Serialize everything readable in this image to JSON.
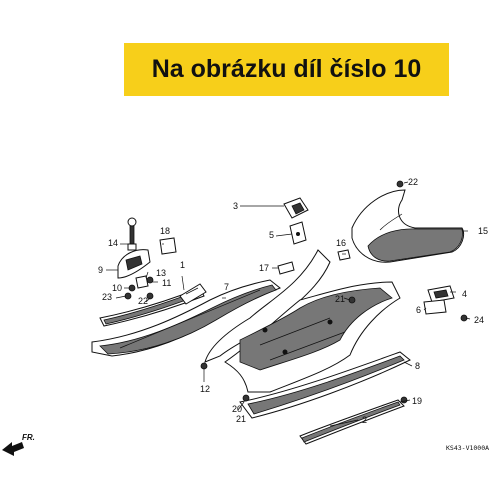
{
  "banner": {
    "text": "Na obrázku díl číslo 10",
    "color": "#f7cf1a"
  },
  "diagram_code": "KS43-V1000A",
  "direction_label": "FR.",
  "callouts": [
    {
      "id": "c1",
      "label": "1"
    },
    {
      "id": "c2",
      "label": "2"
    },
    {
      "id": "c3",
      "label": "3"
    },
    {
      "id": "c4",
      "label": "4"
    },
    {
      "id": "c5",
      "label": "5"
    },
    {
      "id": "c6",
      "label": "6"
    },
    {
      "id": "c7",
      "label": "7"
    },
    {
      "id": "c8",
      "label": "8"
    },
    {
      "id": "c9",
      "label": "9"
    },
    {
      "id": "c10",
      "label": "10"
    },
    {
      "id": "c11",
      "label": "11"
    },
    {
      "id": "c12",
      "label": "12"
    },
    {
      "id": "c13",
      "label": "13"
    },
    {
      "id": "c14",
      "label": "14"
    },
    {
      "id": "c15",
      "label": "15"
    },
    {
      "id": "c16",
      "label": "16"
    },
    {
      "id": "c17",
      "label": "17"
    },
    {
      "id": "c18",
      "label": "18"
    },
    {
      "id": "c19",
      "label": "19"
    },
    {
      "id": "c20",
      "label": "20"
    },
    {
      "id": "c21a",
      "label": "21"
    },
    {
      "id": "c21b",
      "label": "21"
    },
    {
      "id": "c22a",
      "label": "22"
    },
    {
      "id": "c22b",
      "label": "22"
    },
    {
      "id": "c23",
      "label": "23"
    },
    {
      "id": "c24",
      "label": "24"
    }
  ]
}
